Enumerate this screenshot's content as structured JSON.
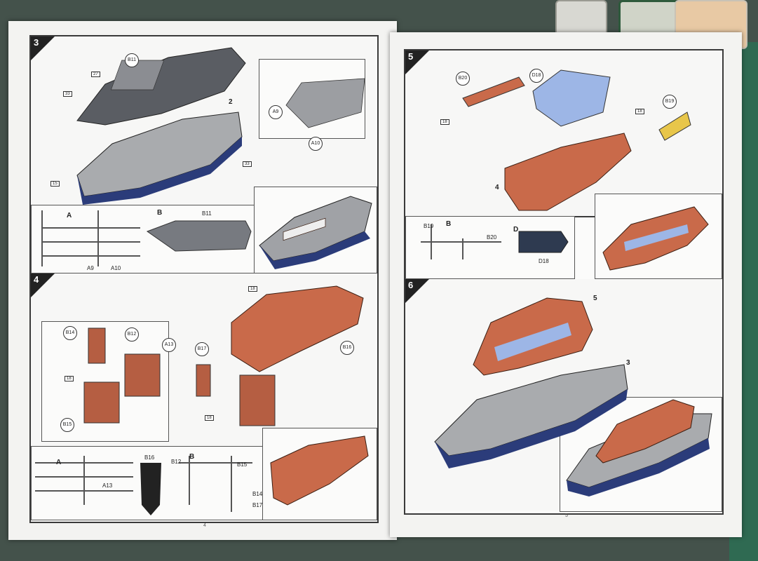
{
  "left_page": {
    "page_number": "4",
    "step3": {
      "number": "3",
      "callouts": [
        "B11",
        "27",
        "33",
        "2",
        "33",
        "15",
        "A9",
        "A10"
      ],
      "sprue_labels": {
        "sprue_a": "A",
        "sprue_b": "B",
        "part_b11": "B11",
        "part_a9": "A9",
        "part_a10": "A10"
      }
    },
    "step4": {
      "number": "4",
      "callouts": [
        "B14",
        "B12",
        "A13",
        "B17",
        "B15",
        "18",
        "18",
        "18",
        "B16"
      ],
      "sprue_labels": {
        "sprue_a": "A",
        "sprue_b": "B",
        "part_b16": "B16",
        "part_b12": "B12",
        "part_b15": "B15",
        "part_a13": "A13",
        "part_b14": "B14",
        "part_b17": "B17"
      }
    }
  },
  "right_page": {
    "page_number": "5",
    "step5": {
      "number": "5",
      "callouts": [
        "B20",
        "D18",
        "18",
        "B19",
        "18",
        "4"
      ],
      "sprue_labels": {
        "part_b19": "B19",
        "sprue_b": "B",
        "part_b20": "B20",
        "sprue_d": "D",
        "part_d18": "D18"
      }
    },
    "step6": {
      "number": "6",
      "callouts": [
        "5",
        "3"
      ]
    }
  },
  "colors": {
    "hull_grey": "#5a5d63",
    "deck_grey": "#a9abae",
    "cabin_orange": "#c96a4a",
    "window_blue": "#9db6e6",
    "navy": "#2b3c7a",
    "accent_yellow": "#e8c64a"
  }
}
